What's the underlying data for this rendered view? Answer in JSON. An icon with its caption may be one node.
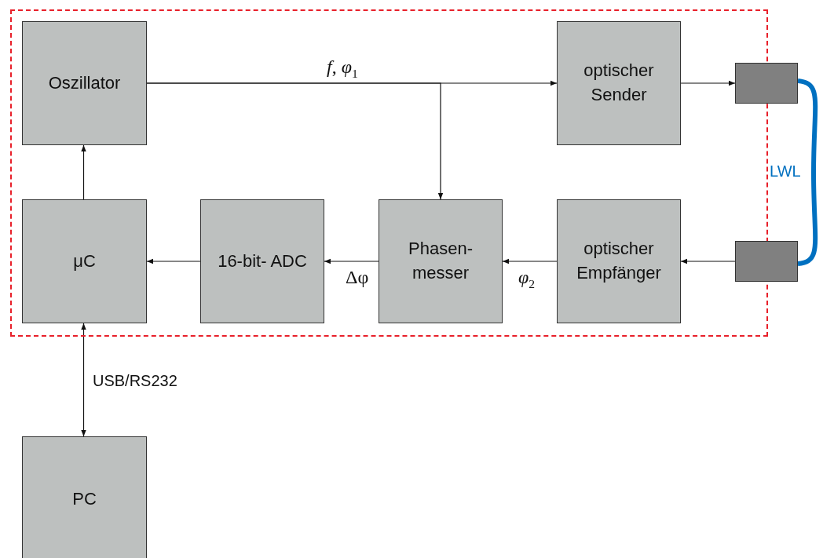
{
  "diagram": {
    "nodes": [
      {
        "text": [],
        "shape": "box"
      },
      {
        "text": [
          "Oszillator"
        ],
        "in": 0
      },
      {
        "text": [
          "optischer Sender"
        ],
        "in": 0
      },
      {
        "text": [],
        "shape": "box"
      },
      {
        "text": [
          "μC"
        ],
        "in": 0
      },
      {
        "text": [
          "16-bit- ADC"
        ],
        "in": 0
      },
      {
        "text": [
          "Phasen- messer"
        ],
        "in": 0
      },
      {
        "text": [
          "optischer Empfänger"
        ],
        "in": 0
      },
      {
        "text": [],
        "shape": "box"
      },
      {
        "text": [
          "PC"
        ]
      }
    ],
    "edges": [
      {
        "from": 1,
        "to": 2,
        "arrow": "to",
        "label": "*f*, *φ*$_{1}$"
      },
      {
        "from": 1,
        "to": 6,
        "arrow": "to"
      },
      {
        "from": 2,
        "to": 3,
        "arrow": "to"
      },
      {
        "from": 3,
        "to": 8,
        "arrow": "none",
        "label": "LWL",
        "style": "thick",
        "color": "#0070c0"
      },
      {
        "from": 8,
        "to": 7,
        "arrow": "to"
      },
      {
        "from": 7,
        "to": 6,
        "arrow": "to",
        "label": "*φ*$_{2}$"
      },
      {
        "from": 6,
        "to": 5,
        "arrow": "to",
        "label": "Δφ"
      },
      {
        "from": 5,
        "to": 4,
        "arrow": "to"
      },
      {
        "from": 4,
        "to": 1,
        "arrow": "to"
      },
      {
        "from": 4,
        "to": 9,
        "arrow": "both",
        "label": "USB/RS232"
      }
    ]
  }
}
